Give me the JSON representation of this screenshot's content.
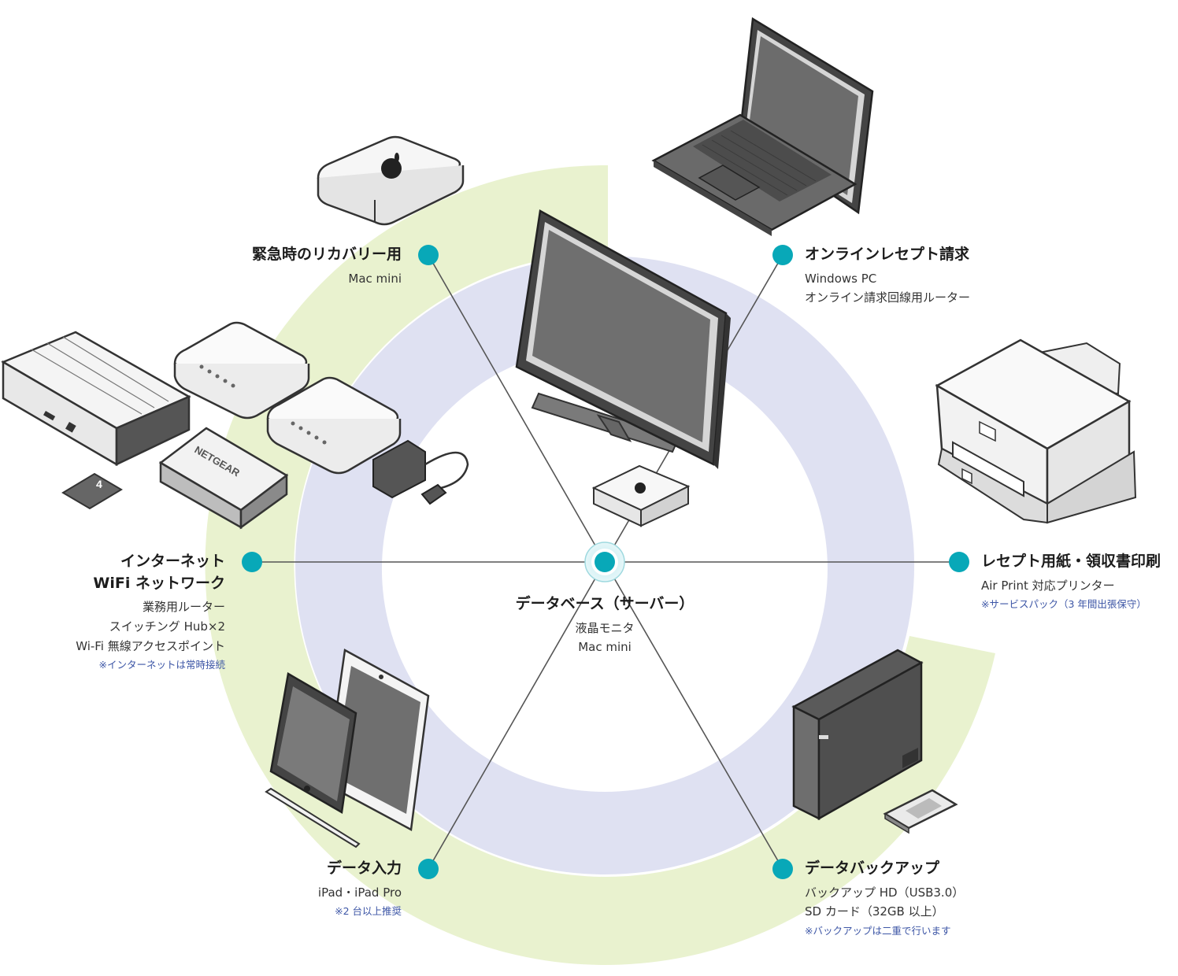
{
  "center": {
    "title": "データベース（サーバー）",
    "lines": [
      "液晶モニタ",
      "Mac mini"
    ]
  },
  "nodes": {
    "recovery": {
      "title": "緊急時のリカバリー用",
      "lines": [
        "Mac mini"
      ],
      "note": ""
    },
    "online": {
      "title": "オンラインレセプト請求",
      "lines": [
        "Windows PC",
        "オンライン請求回線用ルーター"
      ],
      "note": ""
    },
    "internet": {
      "title": "インターネット",
      "title2": "WiFi ネットワーク",
      "lines": [
        "業務用ルーター",
        "スイッチング Hub×2",
        "Wi-Fi 無線アクセスポイント"
      ],
      "note": "※インターネットは常時接続"
    },
    "print": {
      "title": "レセプト用紙・領収書印刷",
      "lines": [
        "Air Print 対応プリンター"
      ],
      "note": "※サービスパック（3 年間出張保守）"
    },
    "input": {
      "title": "データ入力",
      "lines": [
        "iPad・iPad Pro"
      ],
      "note": "※2 台以上推奨"
    },
    "backup": {
      "title": "データバックアップ",
      "lines": [
        "バックアップ HD（USB3.0）",
        "SD カード（32GB 以上）"
      ],
      "note": "※バックアップは二重で行います"
    }
  },
  "device_labels": {
    "switch_brand": "NETGEAR",
    "sd_capacity": "4"
  },
  "colors": {
    "ring_outer": "#e9f2cf",
    "ring_inner": "#dfe1f2",
    "node_dot": "#08a8b8",
    "line": "#555555",
    "note": "#3d56a6"
  }
}
